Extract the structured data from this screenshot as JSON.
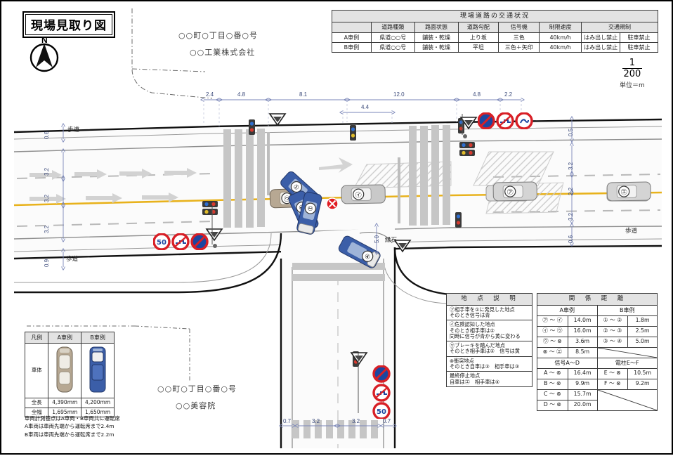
{
  "document": {
    "title": "現場見取り図",
    "compass_label": "N",
    "scale": {
      "numerator": "1",
      "denominator": "200",
      "unit": "単位＝m"
    }
  },
  "annotations": {
    "address_top_line1": "○○町○丁目○番○号",
    "address_top_line2": "○○工業株式会社",
    "address_bottom_line1": "○○町○丁目○番○号",
    "address_bottom_line2": "○○美容院",
    "sidewalk_left_upper": "歩道",
    "sidewalk_left_lower": "歩道",
    "sidewalk_right": "歩道",
    "curbstone": "縁石"
  },
  "condition_table": {
    "title": "現場道路の交通状況",
    "headers": [
      "",
      "道路種類",
      "路面状態",
      "道路勾配",
      "信号機",
      "制限速度",
      "交通規制",
      ""
    ],
    "regulation_header": "交通規制",
    "rows": [
      {
        "label": "A車例",
        "road_type": "県道○○号",
        "surface": "舗装・乾燥",
        "gradient": "上り坂",
        "signal": "三色",
        "speed_limit": "40km/h",
        "regulation1": "はみ出し禁止",
        "regulation2": "駐車禁止"
      },
      {
        "label": "B車例",
        "road_type": "県道○○号",
        "surface": "舗装・乾燥",
        "gradient": "平坦",
        "signal": "三色＋矢印",
        "speed_limit": "40km/h",
        "regulation1": "はみ出し禁止",
        "regulation2": "駐車禁止"
      }
    ]
  },
  "point_table": {
    "title": "地　点　説　明",
    "entries": [
      [
        "㋐相手車を①に発見した地点",
        "そのとき信号は青"
      ],
      [
        "㋑危険認知した地点",
        "そのとき相手車は②",
        "同時に信号が青から黄に変わる"
      ],
      [
        "㋒ブレーキを踏んだ地点",
        "そのとき相手車は②　信号は黄"
      ],
      [
        "⊗衝突地点",
        "そのとき自車は③　相手車は③"
      ],
      [
        "最終停止地点",
        "自車は㋓　相手車は④"
      ]
    ]
  },
  "distance_table": {
    "title": "関　係　距　離",
    "group_a": "A車例",
    "group_b": "B車例",
    "rows_a": [
      {
        "pair": "㋐ ～ ㋑",
        "value": "14.0m"
      },
      {
        "pair": "㋑ ～ ㋒",
        "value": "16.0m"
      },
      {
        "pair": "㋒ ～ ⊗",
        "value": "3.6m"
      },
      {
        "pair": "⊗ ～ ㋓",
        "value": "8.5m"
      }
    ],
    "rows_b": [
      {
        "pair": "① ～ ②",
        "value": "1.8m"
      },
      {
        "pair": "② ～ ③",
        "value": "2.5m"
      },
      {
        "pair": "③ ～ ④",
        "value": "5.0m"
      }
    ],
    "signal_header": "信号A～D",
    "pole_header": "電柱E～F",
    "rows_signal": [
      {
        "pair": "A ～ ⊗",
        "value": "16.4m"
      },
      {
        "pair": "B ～ ⊗",
        "value": "9.9m"
      },
      {
        "pair": "C ～ ⊗",
        "value": "15.7m"
      },
      {
        "pair": "D ～ ⊗",
        "value": "20.0m"
      }
    ],
    "rows_pole": [
      {
        "pair": "E ～ ⊗",
        "value": "10.5m"
      },
      {
        "pair": "F ～ ⊗",
        "value": "9.2m"
      }
    ]
  },
  "legend_table": {
    "headers": [
      "凡例",
      "A車例",
      "B車例"
    ],
    "row_body_label": "車体",
    "row_length_label": "全長",
    "row_width_label": "全幅",
    "a_length": "4,390mm",
    "b_length": "4,200mm",
    "a_width": "1,695mm",
    "b_width": "1,650mm",
    "notes": [
      "車両計測基点はA車両・B車両共に運転席",
      "A車両は車両先端から運転席まで2.4m",
      "B車両は車両先端から運転席まで2.2m"
    ]
  },
  "dimensions": {
    "top": [
      "2.4",
      "4.8",
      "8.1",
      "12.0",
      "4.8",
      "2.2"
    ],
    "top_inner": "4.4",
    "left": [
      "0.6",
      "3.2",
      "3.2",
      "3.2",
      "0.9"
    ],
    "right": [
      "0.5",
      "3.2",
      "2.2",
      "3.2",
      "0.6"
    ],
    "bottom": [
      "0.7",
      "3.2",
      "3.2",
      "0.7"
    ],
    "vertical_center": "5.0"
  },
  "markers": {
    "vehicle_a_points": [
      "㋐",
      "㋑",
      "㋒",
      "㋓"
    ],
    "vehicle_b_points": [
      "①",
      "②",
      "③",
      "④"
    ],
    "collision": "⊗",
    "speed_sign_value": "50"
  },
  "colors": {
    "vehicle_a": "#b7a893",
    "vehicle_b": "#3b5ea8",
    "collision_red": "#e11b22",
    "center_line": "#e8b21c",
    "dimension_blue": "#7a86b8",
    "road_gray": "#f2f2f2",
    "sign_red": "#d81f26",
    "sign_blue": "#1c46a0"
  }
}
